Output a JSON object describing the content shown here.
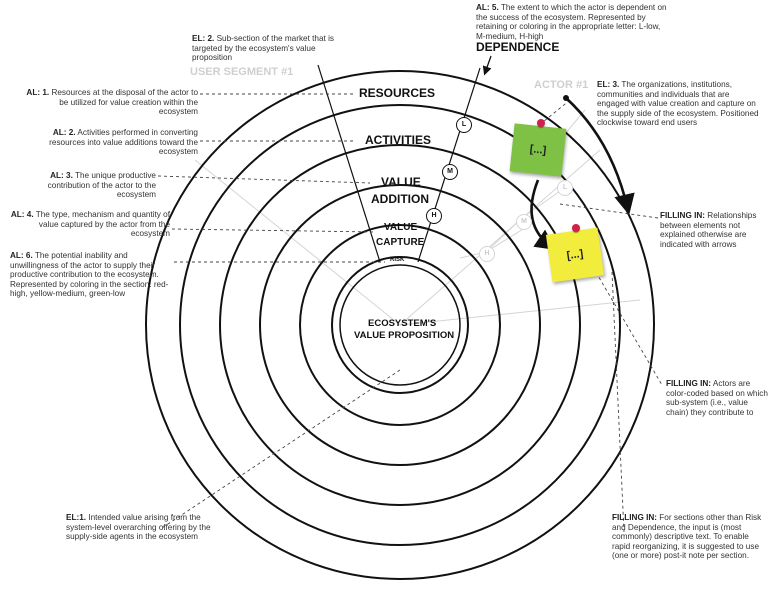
{
  "colors": {
    "green_note": "#7ec144",
    "yellow_note": "#f2ec3c",
    "pin": "#d2204a",
    "ring_stroke": "#111111",
    "faint_guides": "#d4d4d4"
  },
  "center": {
    "line1": "ECOSYSTEM'S",
    "line2": "VALUE PROPOSITION"
  },
  "rings": {
    "resources": "RESOURCES",
    "activities": "ACTIVITIES",
    "value_addition_1": "VALUE",
    "value_addition_2": "ADDITION",
    "value_capture_1": "VALUE",
    "value_capture_2": "CAPTURE",
    "risk": "RISK"
  },
  "headings": {
    "user_segment": "USER SEGMENT #1",
    "actor": "ACTOR #1",
    "dependence": "DEPENDENCE"
  },
  "markers": {
    "low": "L",
    "medium": "M",
    "high": "H"
  },
  "notes": {
    "green_text": "[...]",
    "yellow_text": "[...]"
  },
  "annotations": {
    "al1_label": "AL: 1.",
    "al1_text": " Resources at the disposal of the actor to be utilized for value creation within the ecosystem",
    "al2_label": "AL: 2.",
    "al2_text": " Activities performed in converting resources into value additions toward the ecosystem",
    "al3_label": "AL: 3.",
    "al3_text": " The unique productive contribution of the actor to the ecosystem",
    "al4_label": "AL: 4.",
    "al4_text": " The type, mechanism and quantity of value captured by the actor from the ecosystem",
    "al6_label": "AL: 6.",
    "al6_text": " The potential inability and unwillingness of the actor to supply their productive contribution to the ecosystem. Represented by coloring in the section: red-high, yellow-medium, green-low",
    "el2_label": "EL: 2.",
    "el2_text": " Sub-section of the market that is targeted by the ecosystem's value proposition",
    "al5_label": "AL: 5.",
    "al5_text": " The extent to which the actor is dependent on the success of the ecosystem. Represented by retaining or coloring in the appropriate letter: L-low, M-medium, H-high",
    "el3_label": "EL: 3.",
    "el3_text": " The organizations, institutions, communities and individuals that are engaged with value creation and capture on the supply side of the ecosystem. Positioned clockwise toward end users",
    "fill1_label": "FILLING IN:",
    "fill1_text": " Relationships between elements not explained otherwise are indicated with arrows",
    "fill2_label": "FILLING IN:",
    "fill2_text": " Actors are color-coded based on which sub-system (i.e., value chain) they contribute to",
    "fill3_label": "FILLING IN:",
    "fill3_text": " For sections other than Risk and Dependence, the input is (most commonly) descriptive text. To enable rapid reorganizing, it is suggested to use (one or more) post-it note per section.",
    "el1_label": "EL:1.",
    "el1_text": " Intended value arising from the system-level overarching offering by the supply-side agents in the ecosystem"
  }
}
